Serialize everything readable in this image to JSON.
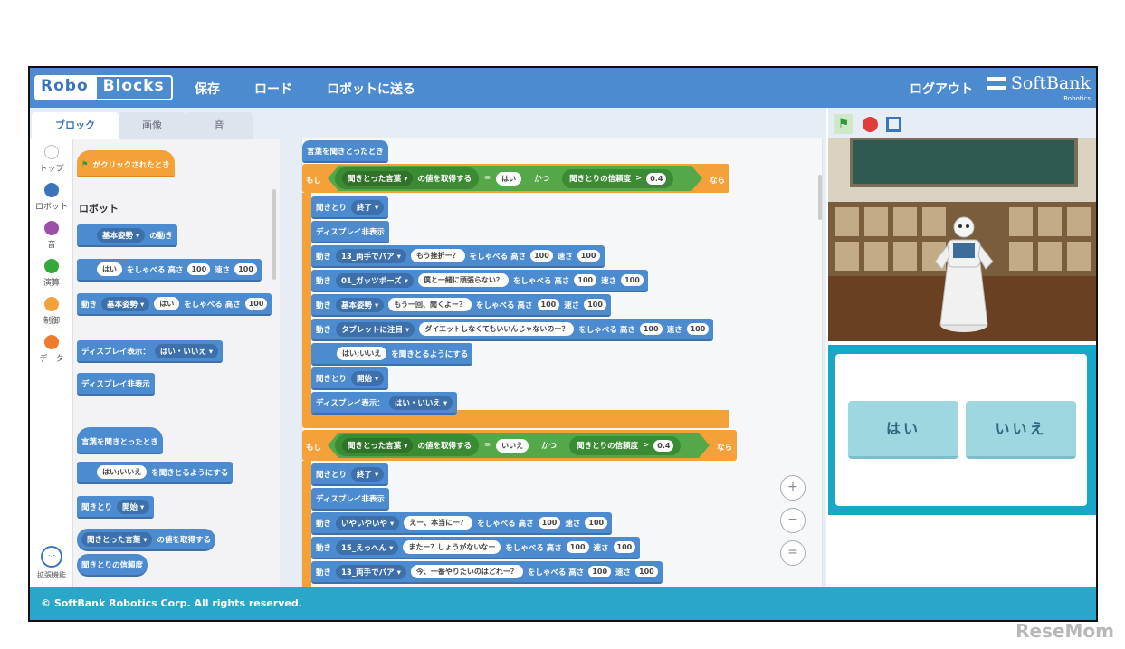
{
  "header": {
    "logo_part1": "Robo",
    "logo_part2": "Blocks",
    "menu": [
      "保存",
      "ロード",
      "ロボットに送る"
    ],
    "logout": "ログアウト",
    "brand": "SoftBank",
    "brand_sub": "Robotics"
  },
  "tabs": [
    {
      "label": "ブロック",
      "active": true
    },
    {
      "label": "画像",
      "active": false
    },
    {
      "label": "音",
      "active": false
    }
  ],
  "categories": [
    {
      "label": "トップ",
      "color": "#ffffff"
    },
    {
      "label": "ロボット",
      "color": "#3b74bd"
    },
    {
      "label": "音",
      "color": "#9c4fa8"
    },
    {
      "label": "演算",
      "color": "#35a83a"
    },
    {
      "label": "制御",
      "color": "#f5a13a"
    },
    {
      "label": "データ",
      "color": "#f07b2c"
    }
  ],
  "extension_label": "拡張機能",
  "palette": {
    "flag_block": "がクリックされたとき",
    "robot_heading": "ロボット",
    "posture_dropdown": "基本姿勢",
    "posture_suffix": "の動き",
    "speak_text": "はい",
    "speak_mid": "をしゃべる 高さ",
    "pitch": "100",
    "speed_label": "速さ",
    "speed": "100",
    "move_label": "動き",
    "display_show": "ディスプレイ表示：",
    "display_option": "はい・いいえ",
    "display_hide": "ディスプレイ非表示",
    "hear_hat": "言葉を聞きとったとき",
    "listen_words": "はい;いいえ",
    "listen_suffix": "を聞きとるようにする",
    "listen_label": "聞きとり",
    "listen_start": "開始",
    "heard_dropdown": "聞きとった言葉",
    "heard_suffix": "の値を取得する",
    "confidence": "聞きとりの信頼度"
  },
  "script": {
    "hat": "言葉を聞きとったとき",
    "if_label": "もし",
    "then_label": "なら",
    "and_label": "かつ",
    "eq": "=",
    "gt": ">",
    "cond1_value": "はい",
    "cond1_threshold": "0.4",
    "listen_end": "終了",
    "moves1": [
      {
        "pose": "13_両手でパア",
        "text": "もう挫折ー？",
        "pitch": "100",
        "speed": "100"
      },
      {
        "pose": "01_ガッツポーズ",
        "text": "僕と一緒に頑張らない？",
        "pitch": "100",
        "speed": "100"
      },
      {
        "pose": "基本姿勢",
        "text": "もう一回、聞くよー？",
        "pitch": "100",
        "speed": "100"
      },
      {
        "pose": "タブレットに注目",
        "text": "ダイエットしなくてもいいんじゃないのー？",
        "pitch": "100",
        "speed": "100"
      }
    ],
    "cond2_value": "いいえ",
    "cond2_threshold": "0.4",
    "moves2": [
      {
        "pose": "いやいやいや",
        "text": "えー、本当にー？",
        "pitch": "100",
        "speed": "100"
      },
      {
        "pose": "15_えっへん",
        "text": "またー？しょうがないなー",
        "pitch": "100",
        "speed": "100"
      },
      {
        "pose": "13_両手でパア",
        "text": "今、一番やりたいのはどれー？",
        "pitch": "100",
        "speed": "100"
      }
    ]
  },
  "zoom": {
    "in": "+",
    "out": "−",
    "reset": "="
  },
  "answers": {
    "yes": "はい",
    "no": "いいえ"
  },
  "footer": "© SoftBank Robotics Corp. All rights reserved.",
  "watermark": "ReseMom"
}
